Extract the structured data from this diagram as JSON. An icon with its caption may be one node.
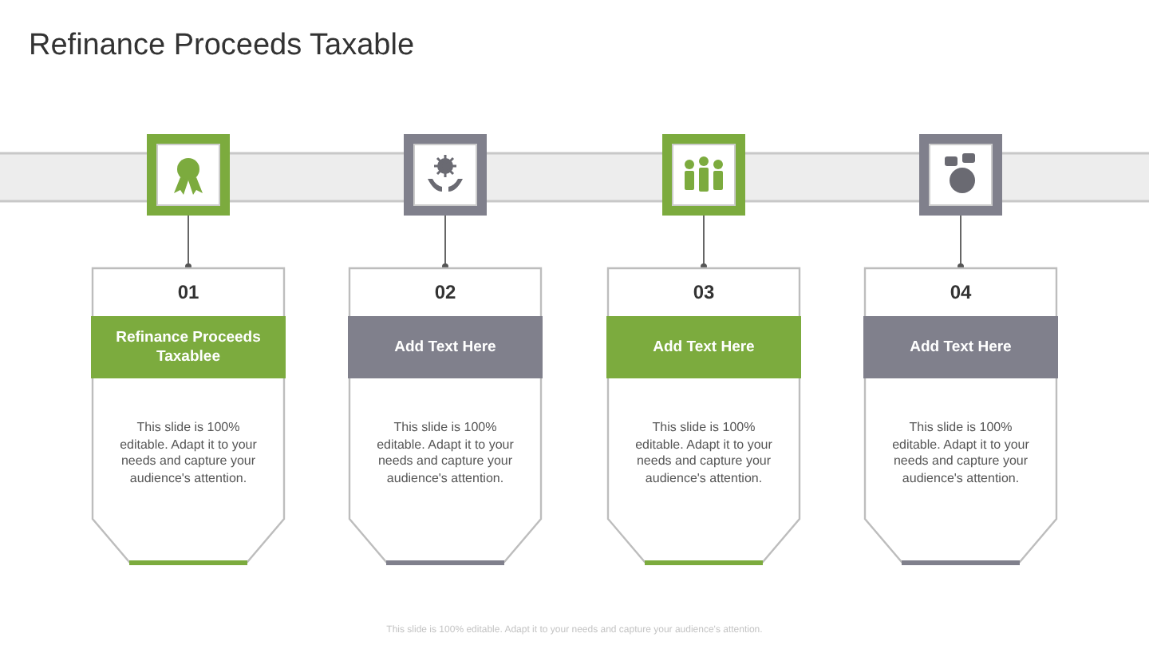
{
  "diagram": {
    "title": "Refinance Proceeds Taxable",
    "nodes": [
      {
        "text": [],
        "shape": "box"
      },
      {
        "text": [],
        "shape": "box"
      },
      {
        "text": [],
        "shape": "box"
      },
      {
        "text": [],
        "shape": "box"
      },
      {
        "text": [
          "01",
          "Refinance Proceeds Taxablee",
          "This slide is 100% editable. Adapt it to your needs and capture your audience's attention."
        ]
      },
      {
        "text": [
          "02",
          "Add Text Here",
          "This slide is 100% editable. Adapt it to your needs and capture your audience's attention."
        ]
      },
      {
        "text": [
          "03",
          "Add Text Here",
          "This slide is 100% editable. Adapt it to your needs and capture your audience's attention."
        ]
      },
      {
        "text": [
          "04",
          "Add Text Here",
          "This slide is 100% editable. Adapt it to your needs and capture your audience's attention."
        ]
      }
    ],
    "edges": [
      {
        "from": 0,
        "to": 4,
        "arrow": "other"
      },
      {
        "from": 1,
        "to": 5,
        "arrow": "other"
      },
      {
        "from": 2,
        "to": 6,
        "arrow": "other"
      },
      {
        "from": 3,
        "to": 7,
        "arrow": "other"
      }
    ],
    "labels": [
      "This slide is 100% editable. Adapt it to your needs and capture your audience's attention."
    ]
  }
}
